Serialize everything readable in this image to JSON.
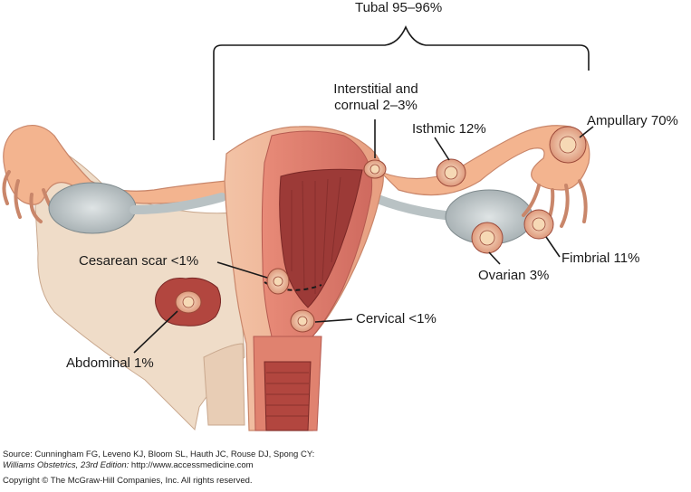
{
  "labels": {
    "tubal": "Tubal 95–96%",
    "interstitial_line1": "Interstitial and",
    "interstitial_line2": "cornual 2–3%",
    "isthmic": "Isthmic 12%",
    "ampullary": "Ampullary 70%",
    "fimbrial": "Fimbrial 11%",
    "ovarian": "Ovarian 3%",
    "cesarean": "Cesarean scar <1%",
    "cervical": "Cervical <1%",
    "abdominal": "Abdominal 1%"
  },
  "source": {
    "prefix": "Source: Cunningham FG, Leveno KJ, Bloom SL, Hauth JC, Rouse DJ, Spong CY:",
    "book": "Williams Obstetrics, 23rd Edition:",
    "url": " http://www.accessmedicine.com"
  },
  "copyright": "Copyright © The McGraw-Hill Companies, Inc. All rights reserved.",
  "colors": {
    "uterus_outer": "#f0b595",
    "uterus_inner": "#d9776a",
    "cavity": "#9c3a37",
    "tube": "#f3b48f",
    "ovary": "#b9c2c4",
    "peritoneum": "#efdcc8",
    "embryo": "#f6d9b5"
  }
}
